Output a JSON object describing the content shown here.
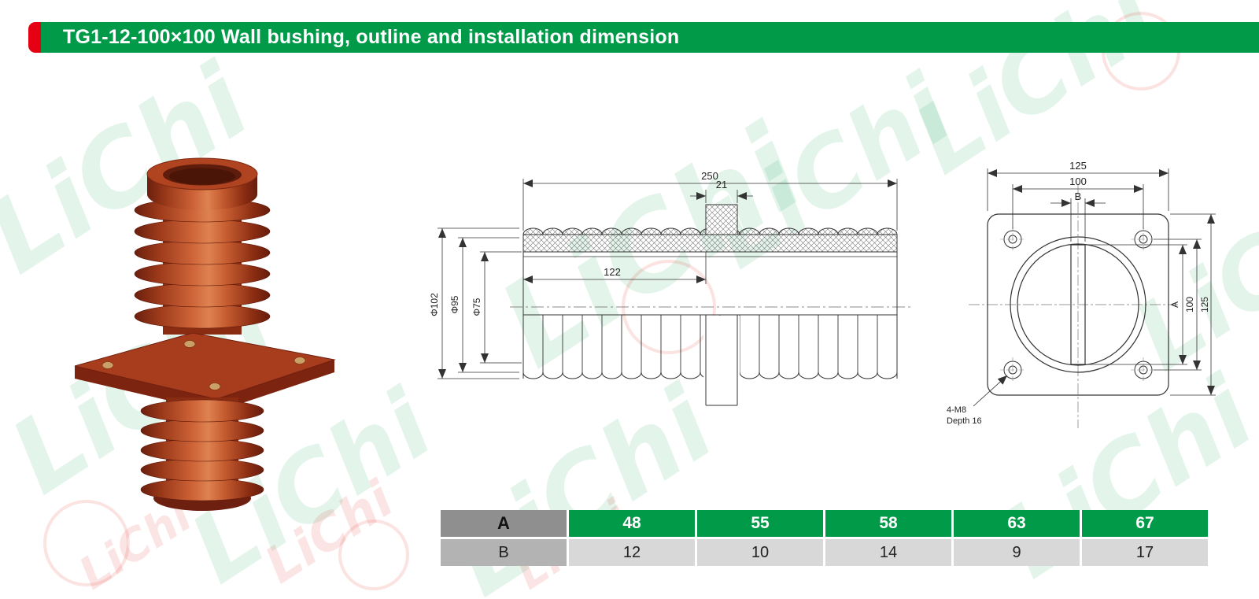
{
  "header": {
    "title": "TG1-12-100×100 Wall bushing, outline and installation dimension"
  },
  "watermark": {
    "text": "LiChi"
  },
  "side_view": {
    "dim_total_length": "250",
    "dim_flange_width": "21",
    "dim_left_length": "122",
    "dim_outer_diameter": "Φ102",
    "dim_rib_diameter": "Φ95",
    "dim_bore_diameter": "Φ75"
  },
  "front_view": {
    "dim_top_overall": "125",
    "dim_top_holes": "100",
    "dim_top_slot": "B",
    "dim_right_slot": "A",
    "dim_right_holes": "100",
    "dim_right_overall": "125",
    "note_line1": "4-M8",
    "note_line2": "Depth 16"
  },
  "table": {
    "rows": [
      {
        "label": "A",
        "values": [
          "48",
          "55",
          "58",
          "63",
          "67"
        ]
      },
      {
        "label": "B",
        "values": [
          "12",
          "10",
          "14",
          "9",
          "17"
        ]
      }
    ]
  },
  "colors": {
    "green": "#009a49",
    "red": "#e60013"
  }
}
